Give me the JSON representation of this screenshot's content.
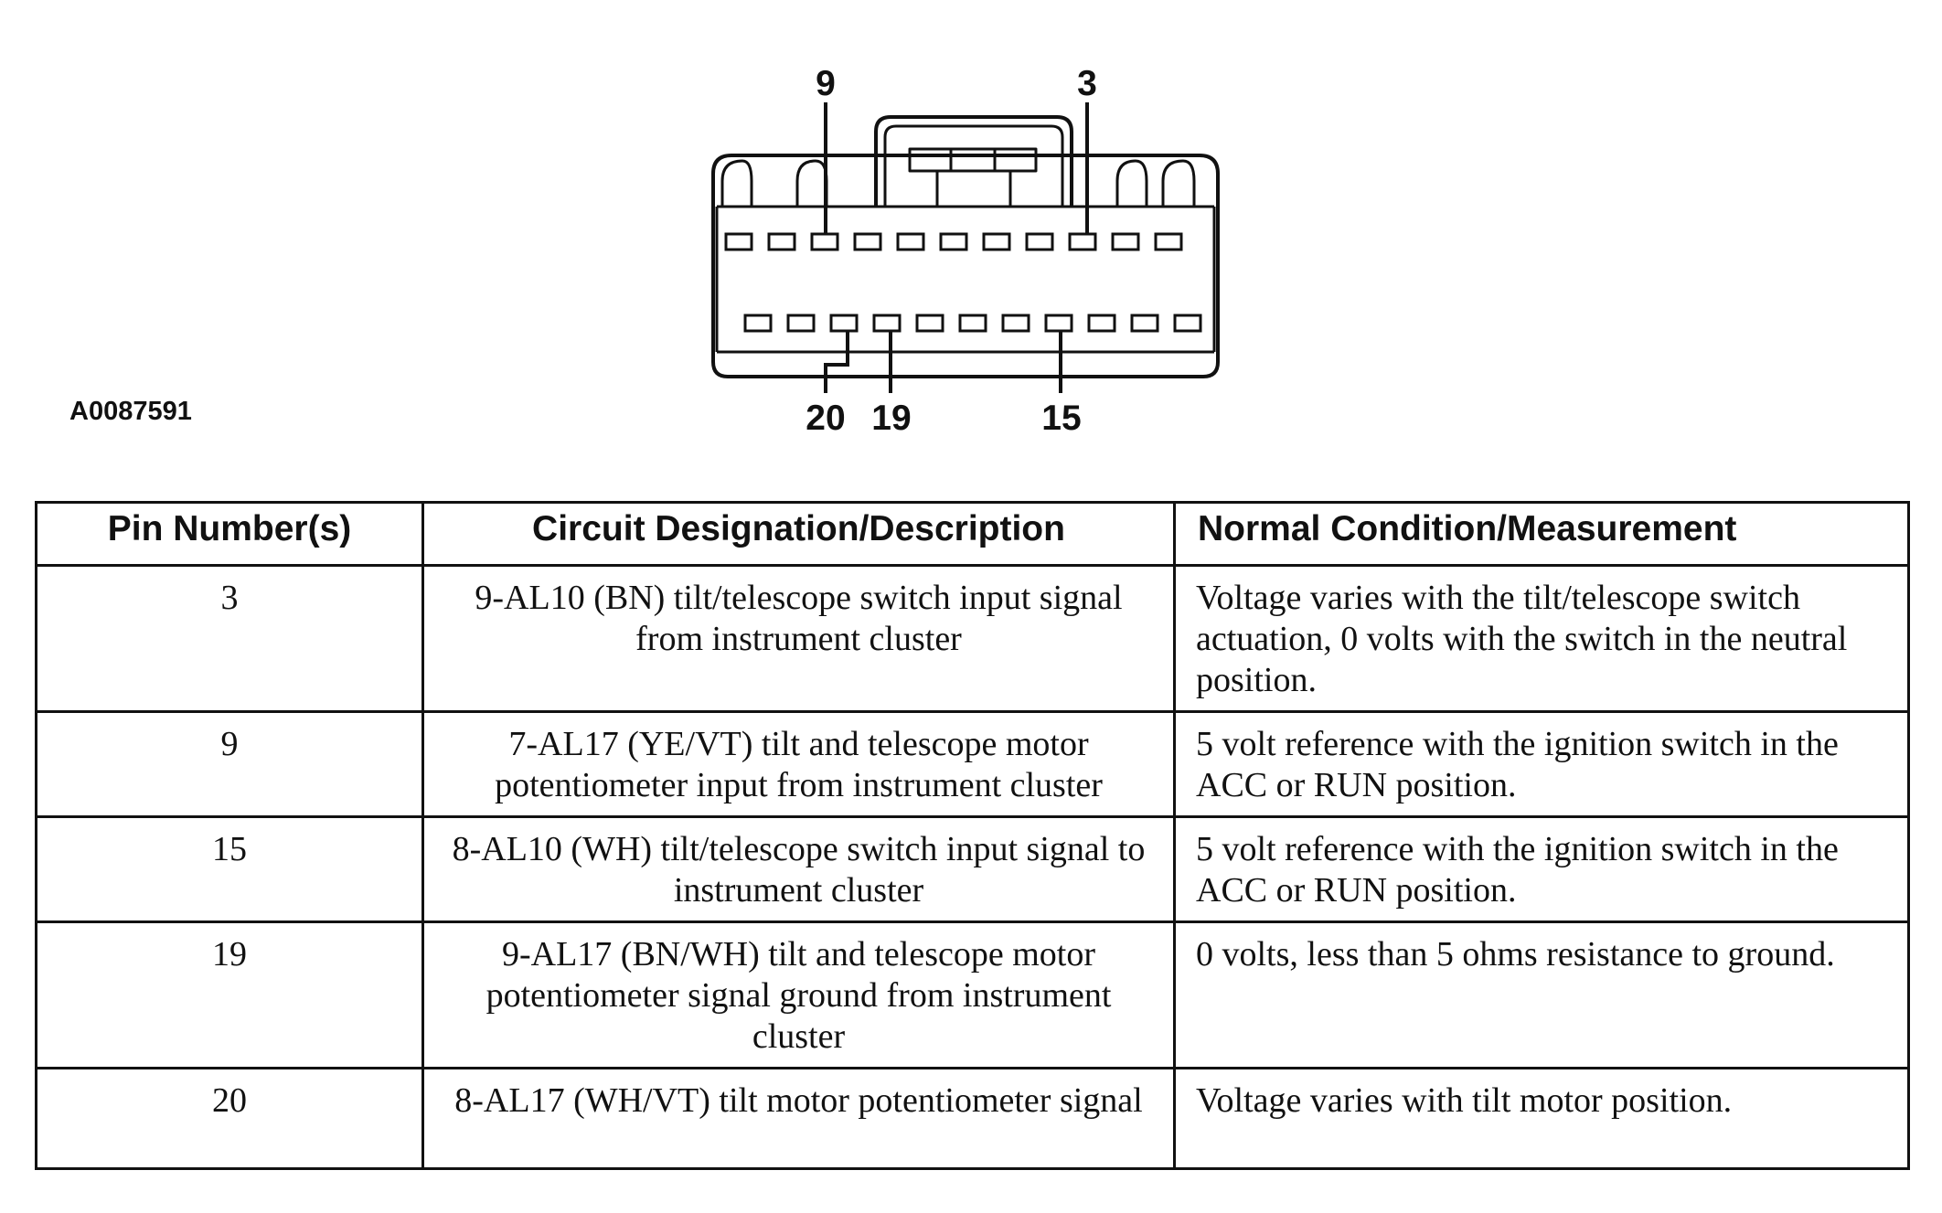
{
  "figure_id": "A0087591",
  "connector": {
    "pin_callouts": [
      "9",
      "3",
      "20",
      "19",
      "15"
    ]
  },
  "table": {
    "headers": [
      "Pin Number(s)",
      "Circuit Designation/Description",
      "Normal Condition/Measurement"
    ],
    "rows": [
      {
        "pin": "3",
        "circuit": "9-AL10 (BN) tilt/telescope switch input signal from instrument cluster",
        "condition": "Voltage varies with the tilt/telescope switch actuation, 0 volts with the switch in the neutral position."
      },
      {
        "pin": "9",
        "circuit": "7-AL17 (YE/VT) tilt and telescope motor potentiometer input from instrument cluster",
        "condition": "5 volt reference with the ignition switch in the ACC or RUN position."
      },
      {
        "pin": "15",
        "circuit": "8-AL10 (WH) tilt/telescope switch input signal to instrument cluster",
        "condition": "5 volt reference with the ignition switch in the ACC or RUN position."
      },
      {
        "pin": "19",
        "circuit": "9-AL17 (BN/WH) tilt and telescope motor potentiometer signal ground from instrument cluster",
        "condition": "0 volts, less than 5 ohms resistance to ground."
      },
      {
        "pin": "20",
        "circuit": "8-AL17 (WH/VT) tilt motor potentiometer signal",
        "condition": "Voltage varies with tilt motor position."
      }
    ]
  }
}
